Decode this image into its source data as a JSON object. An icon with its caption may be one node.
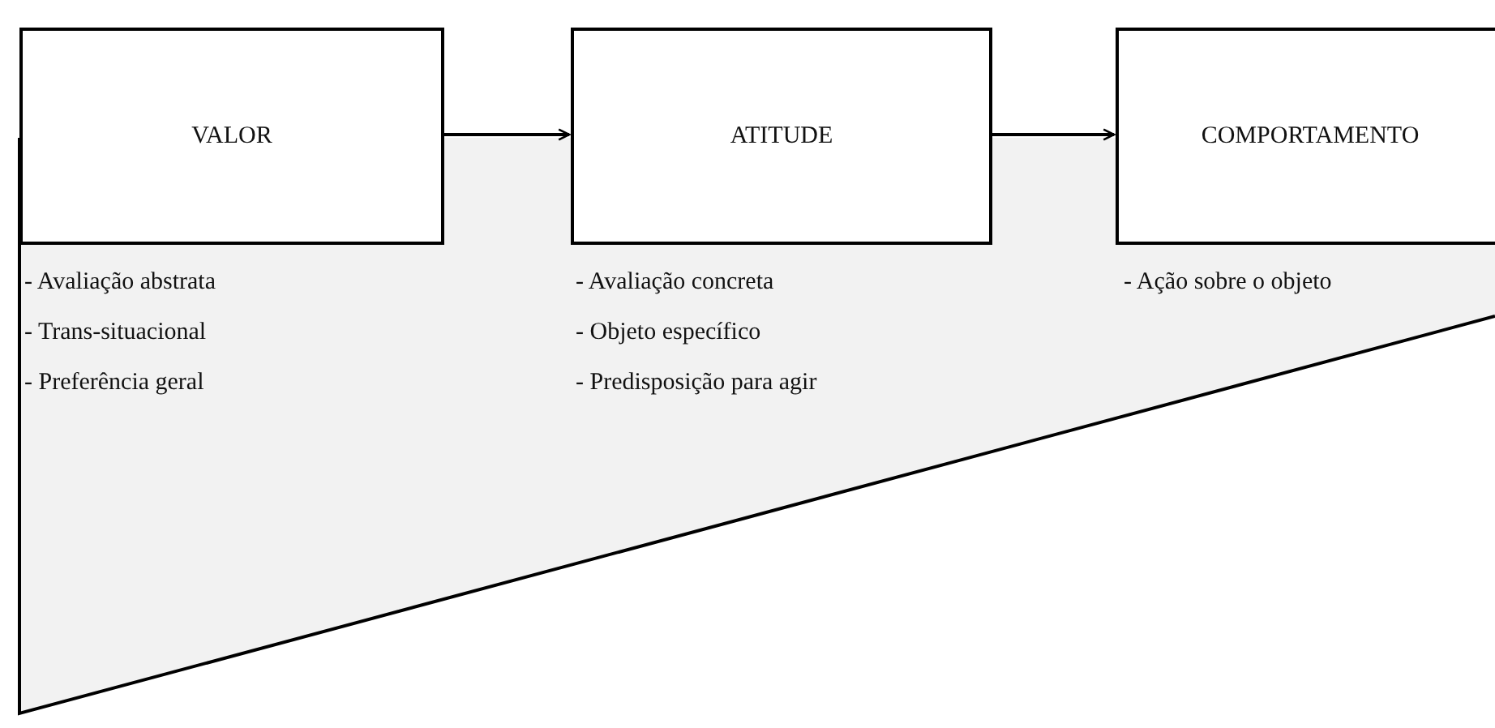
{
  "diagram": {
    "nodes": [
      {
        "text": [
          "VALOR"
        ],
        "beside": [
          "- Avaliação abstrata",
          "- Trans-situacional",
          "- Preferência geral"
        ]
      },
      {
        "text": [
          "ATITUDE"
        ],
        "beside": [
          "- Avaliação concreta",
          "- Objeto específico",
          "- Predisposição para agir"
        ]
      },
      {
        "text": [
          "COMPORTAMENTO"
        ],
        "beside": [
          "- Ação sobre o objeto"
        ]
      }
    ],
    "edges": [
      {
        "from": 0,
        "to": 1,
        "arrow": "to"
      },
      {
        "from": 1,
        "to": 2,
        "arrow": "to"
      }
    ]
  }
}
